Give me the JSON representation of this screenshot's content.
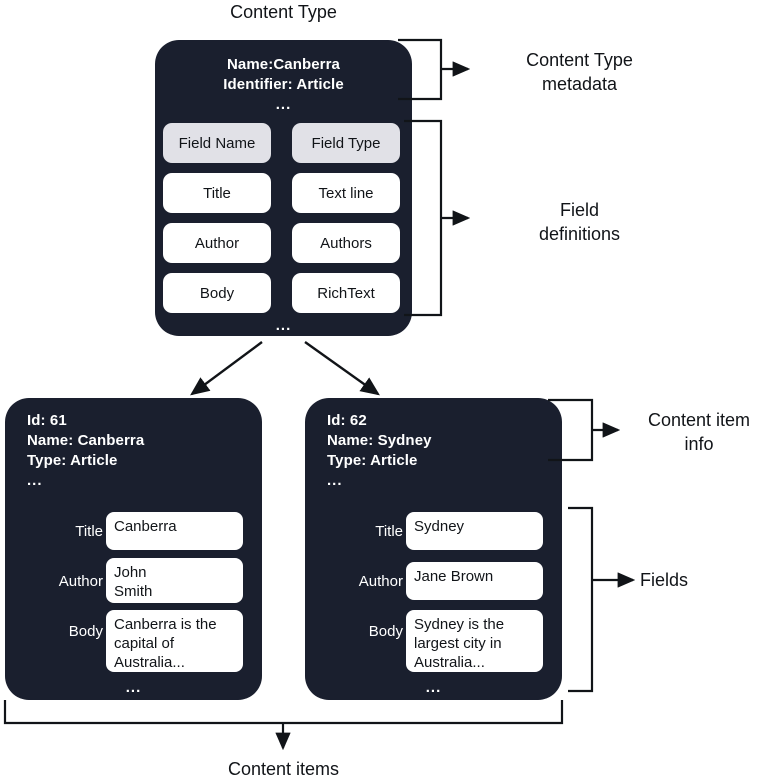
{
  "diagram": {
    "title": "Content Type",
    "bottom_label": "Content items"
  },
  "content_type": {
    "metadata": {
      "name_line": "Name:Canberra",
      "identifier_line": "Identifier: Article",
      "more": "..."
    },
    "field_table": {
      "headers": [
        "Field Name",
        "Field Type"
      ],
      "rows": [
        [
          "Title",
          "Text line"
        ],
        [
          "Author",
          "Authors"
        ],
        [
          "Body",
          "RichText"
        ]
      ],
      "more": "..."
    }
  },
  "annotations": {
    "content_type_metadata": "Content Type\nmetadata",
    "field_definitions": "Field\ndefinitions",
    "content_item_info": "Content item\ninfo",
    "fields": "Fields"
  },
  "content_items": [
    {
      "info": {
        "id_line": "Id: 61",
        "name_line": "Name: Canberra",
        "type_line": "Type: Article",
        "more": "..."
      },
      "fields": [
        {
          "label": "Title",
          "value": "Canberra"
        },
        {
          "label": "Author",
          "value": "John\nSmith"
        },
        {
          "label": "Body",
          "value": "Canberra is the\ncapital of\nAustralia..."
        }
      ],
      "more": "..."
    },
    {
      "info": {
        "id_line": "Id: 62",
        "name_line": "Name: Sydney",
        "type_line": "Type: Article",
        "more": "..."
      },
      "fields": [
        {
          "label": "Title",
          "value": "Sydney"
        },
        {
          "label": "Author",
          "value": "Jane Brown"
        },
        {
          "label": "Body",
          "value": "Sydney is the\nlargest city in\nAustralia..."
        }
      ],
      "more": "..."
    }
  ],
  "colors": {
    "card_background": "#1a1f2e",
    "chip_header": "#e1e1e7",
    "chip_value": "#ffffff",
    "text_dark": "#111418",
    "text_light": "#ffffff",
    "page_background": "#ffffff"
  }
}
